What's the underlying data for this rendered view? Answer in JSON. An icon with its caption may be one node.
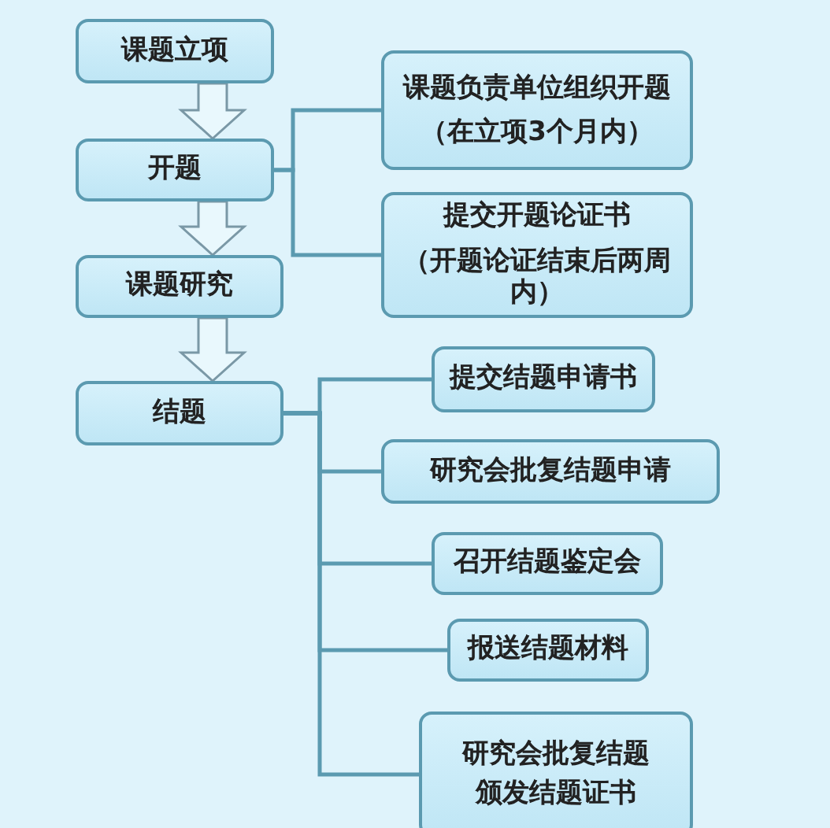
{
  "diagram": {
    "nodes": [
      {
        "text": [
          "课题立项"
        ]
      },
      {
        "text": [
          "开题"
        ]
      },
      {
        "text": [
          "课题研究"
        ]
      },
      {
        "text": [
          "结题"
        ]
      },
      {
        "text": [
          "课题负责单位组织开题",
          "（在立项3个月内）"
        ]
      },
      {
        "text": [
          "提交开题论证书",
          "（开题论证结束后两周内）"
        ]
      },
      {
        "text": [
          "提交结题申请书"
        ]
      },
      {
        "text": [
          "研究会批复结题申请"
        ]
      },
      {
        "text": [
          "召开结题鉴定会"
        ]
      },
      {
        "text": [
          "报送结题材料"
        ]
      },
      {
        "text": [
          "研究会批复结题颁发结题证书"
        ]
      }
    ],
    "edges": [
      {
        "from": 0,
        "to": 1,
        "arrow": "to"
      },
      {
        "from": 1,
        "to": 2,
        "arrow": "to"
      },
      {
        "from": 2,
        "to": 3,
        "arrow": "to"
      },
      {
        "from": 1,
        "to": 4,
        "arrow": "none"
      },
      {
        "from": 1,
        "to": 5,
        "arrow": "none"
      },
      {
        "from": 3,
        "to": 6,
        "arrow": "none"
      },
      {
        "from": 3,
        "to": 7,
        "arrow": "none"
      },
      {
        "from": 3,
        "to": 8,
        "arrow": "none"
      },
      {
        "from": 3,
        "to": 9,
        "arrow": "none"
      },
      {
        "from": 3,
        "to": 10,
        "arrow": "none"
      }
    ]
  }
}
